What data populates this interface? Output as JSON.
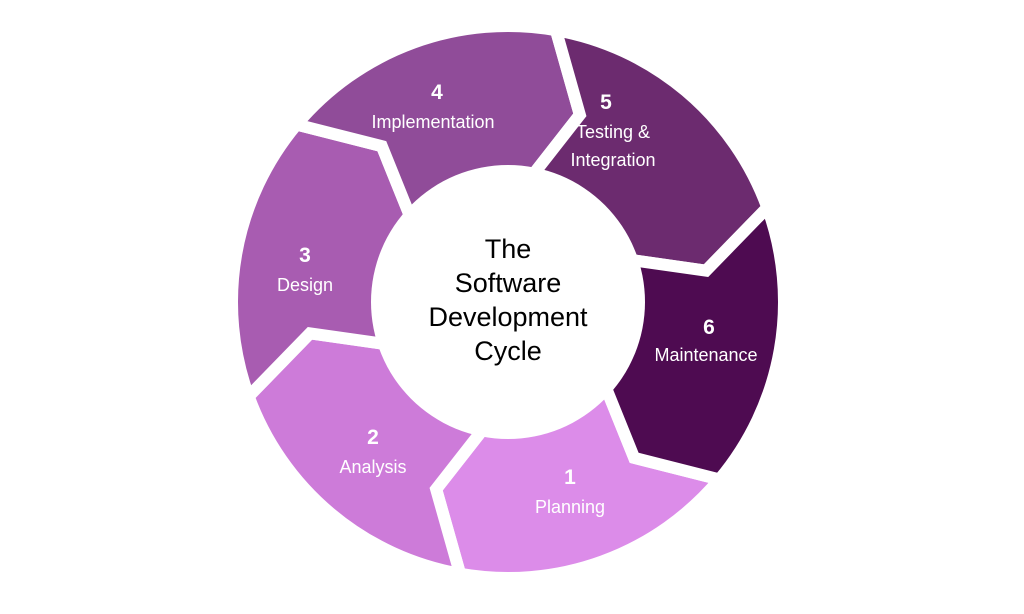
{
  "center_title": [
    "The",
    "Software",
    "Development",
    "Cycle"
  ],
  "stages": [
    {
      "number": "1",
      "label": [
        "Planning"
      ],
      "color": "#dc8ce9"
    },
    {
      "number": "2",
      "label": [
        "Analysis"
      ],
      "color": "#cd7bd9"
    },
    {
      "number": "3",
      "label": [
        "Design"
      ],
      "color": "#a85cb1"
    },
    {
      "number": "4",
      "label": [
        "Implementation"
      ],
      "color": "#904c99"
    },
    {
      "number": "5",
      "label": [
        "Testing &",
        "Integration"
      ],
      "color": "#6c2b6f"
    },
    {
      "number": "6",
      "label": [
        "Maintenance"
      ],
      "color": "#4e0b51"
    }
  ]
}
